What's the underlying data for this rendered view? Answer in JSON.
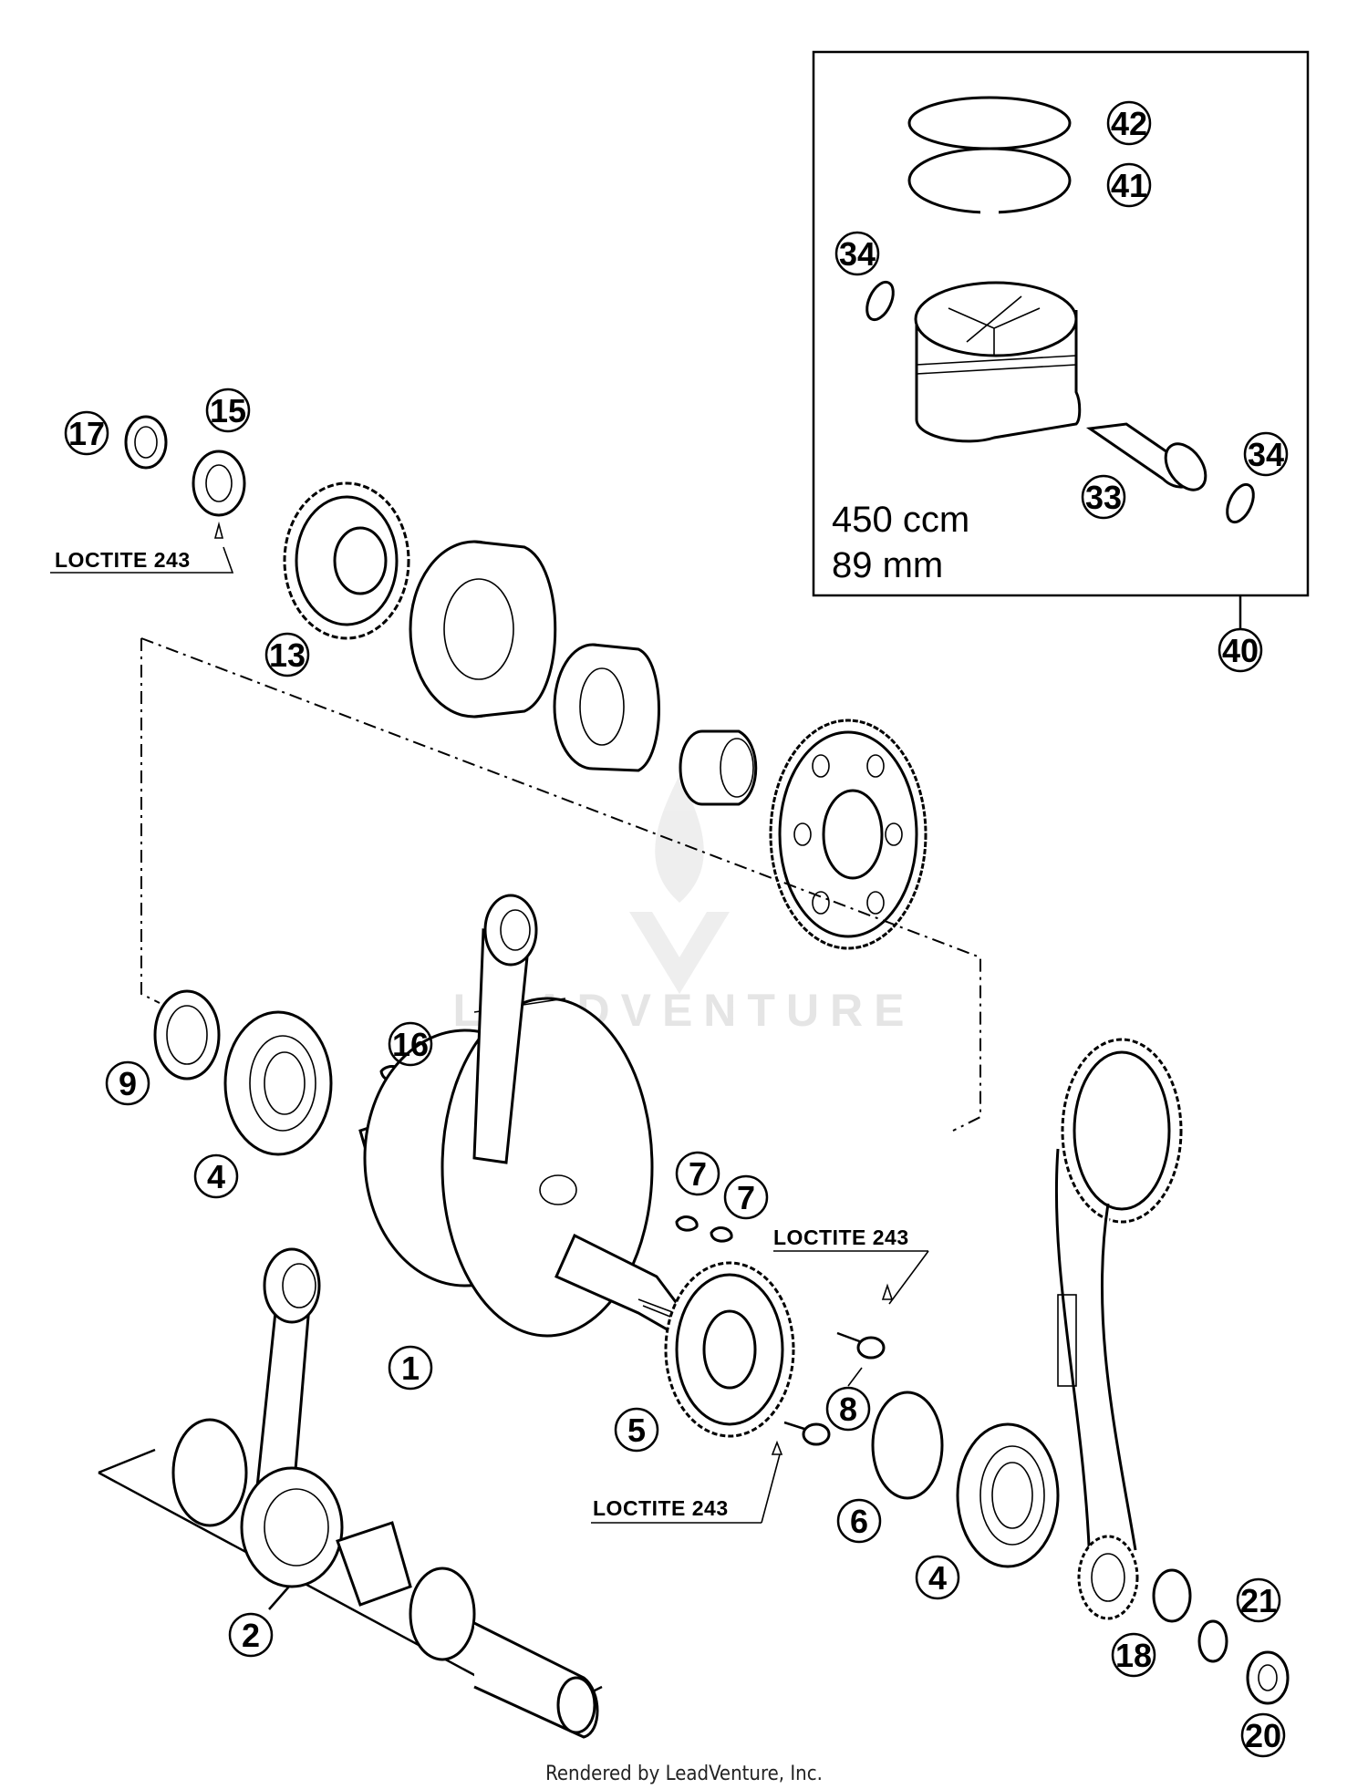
{
  "callouts": {
    "c1": "1",
    "c2": "2",
    "c4a": "4",
    "c4b": "4",
    "c5": "5",
    "c6": "6",
    "c7a": "7",
    "c7b": "7",
    "c8": "8",
    "c9": "9",
    "c13": "13",
    "c15": "15",
    "c16": "16",
    "c17": "17",
    "c18": "18",
    "c20": "20",
    "c21": "21",
    "c33": "33",
    "c34a": "34",
    "c34b": "34",
    "c40": "40",
    "c41": "41",
    "c42": "42"
  },
  "notes": {
    "loctite_top": "LOCTITE 243",
    "loctite_mid": "LOCTITE 243",
    "loctite_low": "LOCTITE 243"
  },
  "piston_kit": {
    "displacement": "450 ccm",
    "bore": "89 mm"
  },
  "watermark": "LEADVENTURE",
  "footer": "Rendered by LeadVenture, Inc."
}
